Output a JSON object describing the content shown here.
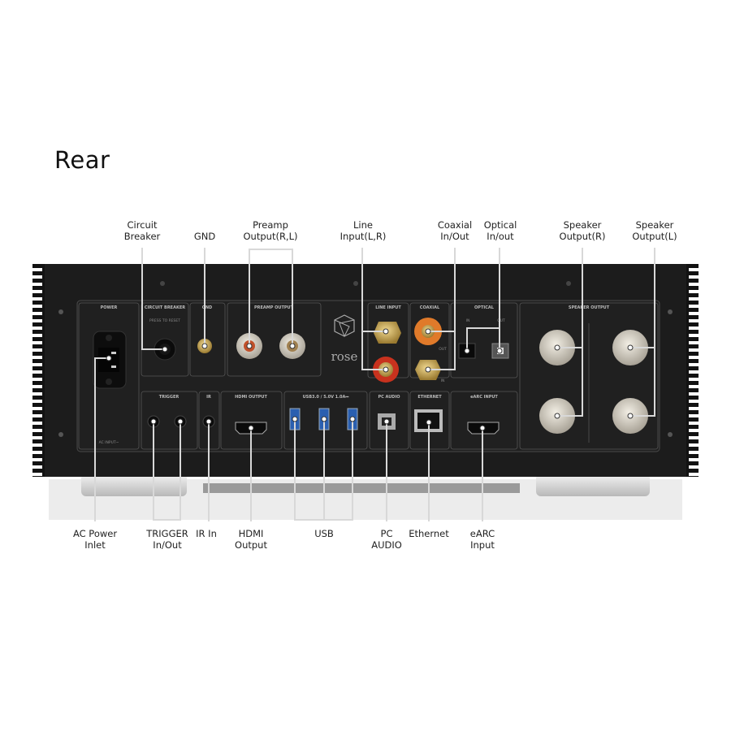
{
  "title": "Rear",
  "callouts_top": [
    {
      "label": "Circuit\nBreaker"
    },
    {
      "label": "GND"
    },
    {
      "label": "Preamp\nOutput(R,L)"
    },
    {
      "label": "Line\nInput(L,R)"
    },
    {
      "label": "Coaxial\nIn/Out"
    },
    {
      "label": "Optical\nIn/out"
    },
    {
      "label": "Speaker\nOutput(R)"
    },
    {
      "label": "Speaker\nOutput(L)"
    }
  ],
  "callouts_bottom": [
    {
      "label": "AC Power\nInlet"
    },
    {
      "label": "TRIGGER\nIn/Out"
    },
    {
      "label": "IR In"
    },
    {
      "label": "HDMI\nOutput"
    },
    {
      "label": "USB"
    },
    {
      "label": "PC\nAUDIO"
    },
    {
      "label": "Ethernet"
    },
    {
      "label": "eARC\nInput"
    }
  ],
  "panel": {
    "brand": "rose",
    "sections": {
      "power": "POWER",
      "ac_input": "AC INPUT~",
      "circuit_breaker": "CIRCUIT BREAKER",
      "press_to_reset": "PRESS TO RESET",
      "gnd": "GND",
      "preamp_output": "PREAMP OUTPUT",
      "line_input": "LINE INPUT",
      "coaxial": "COAXIAL",
      "coax_out": "OUT",
      "coax_in": "IN",
      "optical": "OPTICAL",
      "opt_in": "IN",
      "opt_out": "OUT",
      "speaker_output": "SPEAKER OUTPUT",
      "trigger": "TRIGGER",
      "ir": "IR",
      "hdmi_output": "HDMI OUTPUT",
      "usb": "USB3.0 / 5.0V 1.0A⎓",
      "pc_audio": "PC AUDIO",
      "ethernet": "ETHERNET",
      "earc_input": "eARC INPUT"
    }
  },
  "colors": {
    "panel": "#1c1c1c",
    "callout_line": "#d8d8d8",
    "rca_red": "#c8321e",
    "rca_orange": "#e07a2a",
    "usb_blue": "#2a5fb0"
  }
}
